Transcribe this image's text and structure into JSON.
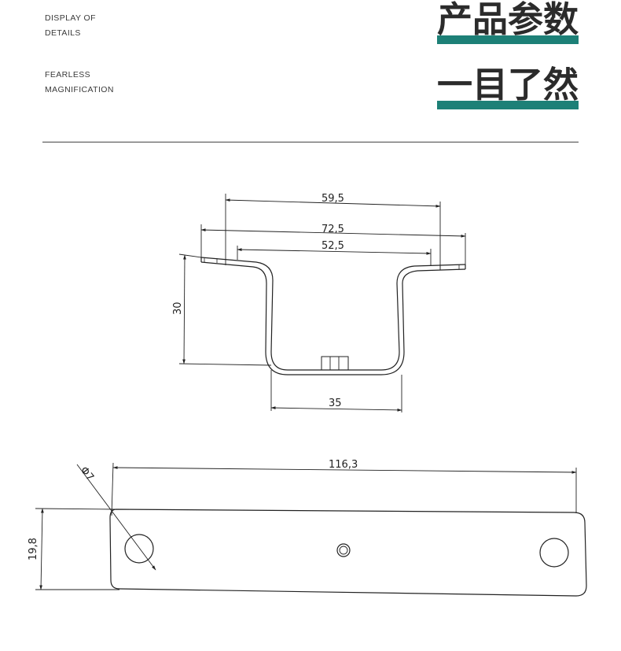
{
  "header": {
    "block1": {
      "en_line1": "DISPLAY OF",
      "en_line2": "DETAILS",
      "cn": "产品参数"
    },
    "block2": {
      "en_line1": "FEARLESS",
      "en_line2": "MAGNIFICATION",
      "cn": "一目了然"
    },
    "accent_color": "#1d8077"
  },
  "drawing": {
    "front_view": {
      "dim_top": "59,5",
      "dim_overall": "72,5",
      "dim_inner": "52,5",
      "dim_height": "30",
      "dim_bottom": "35"
    },
    "top_view": {
      "dim_length": "116,3",
      "dim_width": "19,8",
      "dim_hole": "Φ7"
    }
  }
}
